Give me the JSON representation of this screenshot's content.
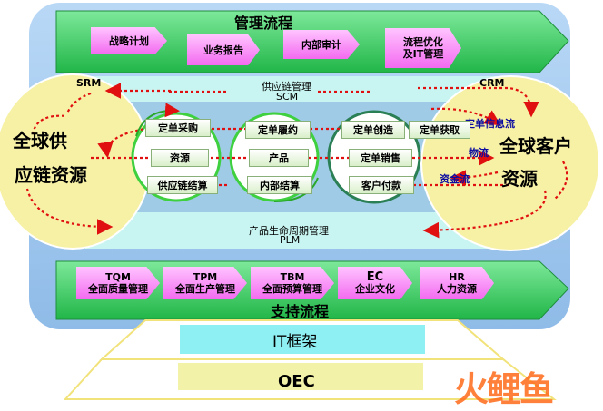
{
  "colors": {
    "outer_panel": "#9fc6ee",
    "management_band": "#39cf60",
    "support_band": "#39cf60",
    "scm_band": "#bff3ef",
    "pink_box": "#f36af0",
    "circle_yellow": "#f7f1a6",
    "arrow_red": "#e01010",
    "it_band": "#8ff0f4",
    "oec_band": "#f2f2a8",
    "brand_orange": "#ff6b1a"
  },
  "management": {
    "title": "管理流程",
    "items": [
      "战略计划",
      "业务报告",
      "内部审计",
      "流程优化\n及IT管理"
    ]
  },
  "scm": {
    "title_cn": "供应链管理",
    "title_en": "SCM"
  },
  "plm": {
    "title_cn": "产品生命周期管理",
    "title_en": "PLM"
  },
  "srm": {
    "label": "SRM",
    "circle_text": [
      "全球供",
      "应链资源"
    ]
  },
  "crm": {
    "label": "CRM",
    "circle_text": [
      "全球客户",
      "资源"
    ]
  },
  "flows": {
    "info": "定单信息流",
    "logistics": "物流",
    "capital": "资金流"
  },
  "modules": {
    "left": [
      "定单采购",
      "资源",
      "供应链结算"
    ],
    "middle": [
      "定单履约",
      "产品",
      "内部结算"
    ],
    "right": [
      "定单创造",
      "定单销售",
      "客户付款"
    ],
    "far_right": "定单获取"
  },
  "support": {
    "title": "支持流程",
    "items": [
      {
        "abbr": "TQM",
        "name": "全面质量管理"
      },
      {
        "abbr": "TPM",
        "name": "全面生产管理"
      },
      {
        "abbr": "TBM",
        "name": "全面预算管理"
      },
      {
        "abbr": "EC",
        "name": "企业文化"
      },
      {
        "abbr": "HR",
        "name": "人力资源"
      }
    ]
  },
  "foundation": {
    "it": "IT框架",
    "oec": "OEC"
  },
  "watermark": "火鲤鱼"
}
